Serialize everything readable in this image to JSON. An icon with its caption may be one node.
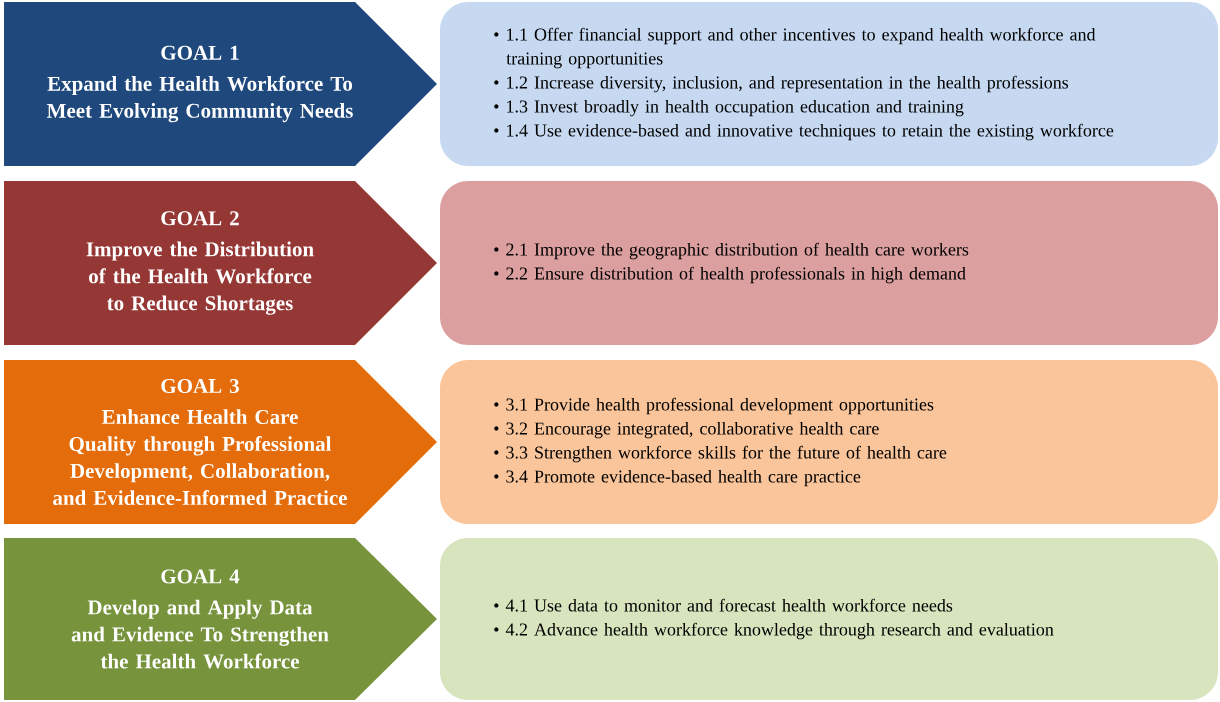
{
  "diagram": {
    "nodes": [
      {
        "text": [
          "GOAL 1",
          "Expand the Health Workforce To Meet Evolving Community Needs"
        ]
      },
      {
        "text": [
          "• 1.1 Offer financial support and other incentives to expand health workforce and training opportunities",
          "• 1.2 Increase diversity, inclusion, and representation in the health professions",
          "• 1.3 Invest broadly in health occupation education and training",
          "• 1.4 Use evidence-based and innovative techniques to retain the existing workforce"
        ]
      },
      {
        "text": [
          "GOAL 2",
          "Improve the Distribution of the Health Workforce to Reduce Shortages"
        ]
      },
      {
        "text": [
          "• 2.1 Improve the geographic distribution of health care workers",
          "• 2.2 Ensure distribution of health professionals in high demand"
        ]
      },
      {
        "text": [
          "GOAL 3",
          "Enhance Health Care Quality through Professional Development, Collaboration, and Evidence-Informed Practice"
        ]
      },
      {
        "text": [
          "• 3.1 Provide health professional development opportunities",
          "• 3.2 Encourage integrated, collaborative health care",
          "• 3.3 Strengthen workforce skills for the future of health care",
          "• 3.4 Promote evidence-based health care practice"
        ]
      },
      {
        "text": [
          "GOAL 4",
          "Develop and Apply Data and Evidence To Strengthen the Health Workforce"
        ]
      },
      {
        "text": [
          "• 4.1 Use data to monitor and forecast health workforce needs",
          "• 4.2 Advance health workforce knowledge through research and evaluation"
        ]
      }
    ]
  }
}
